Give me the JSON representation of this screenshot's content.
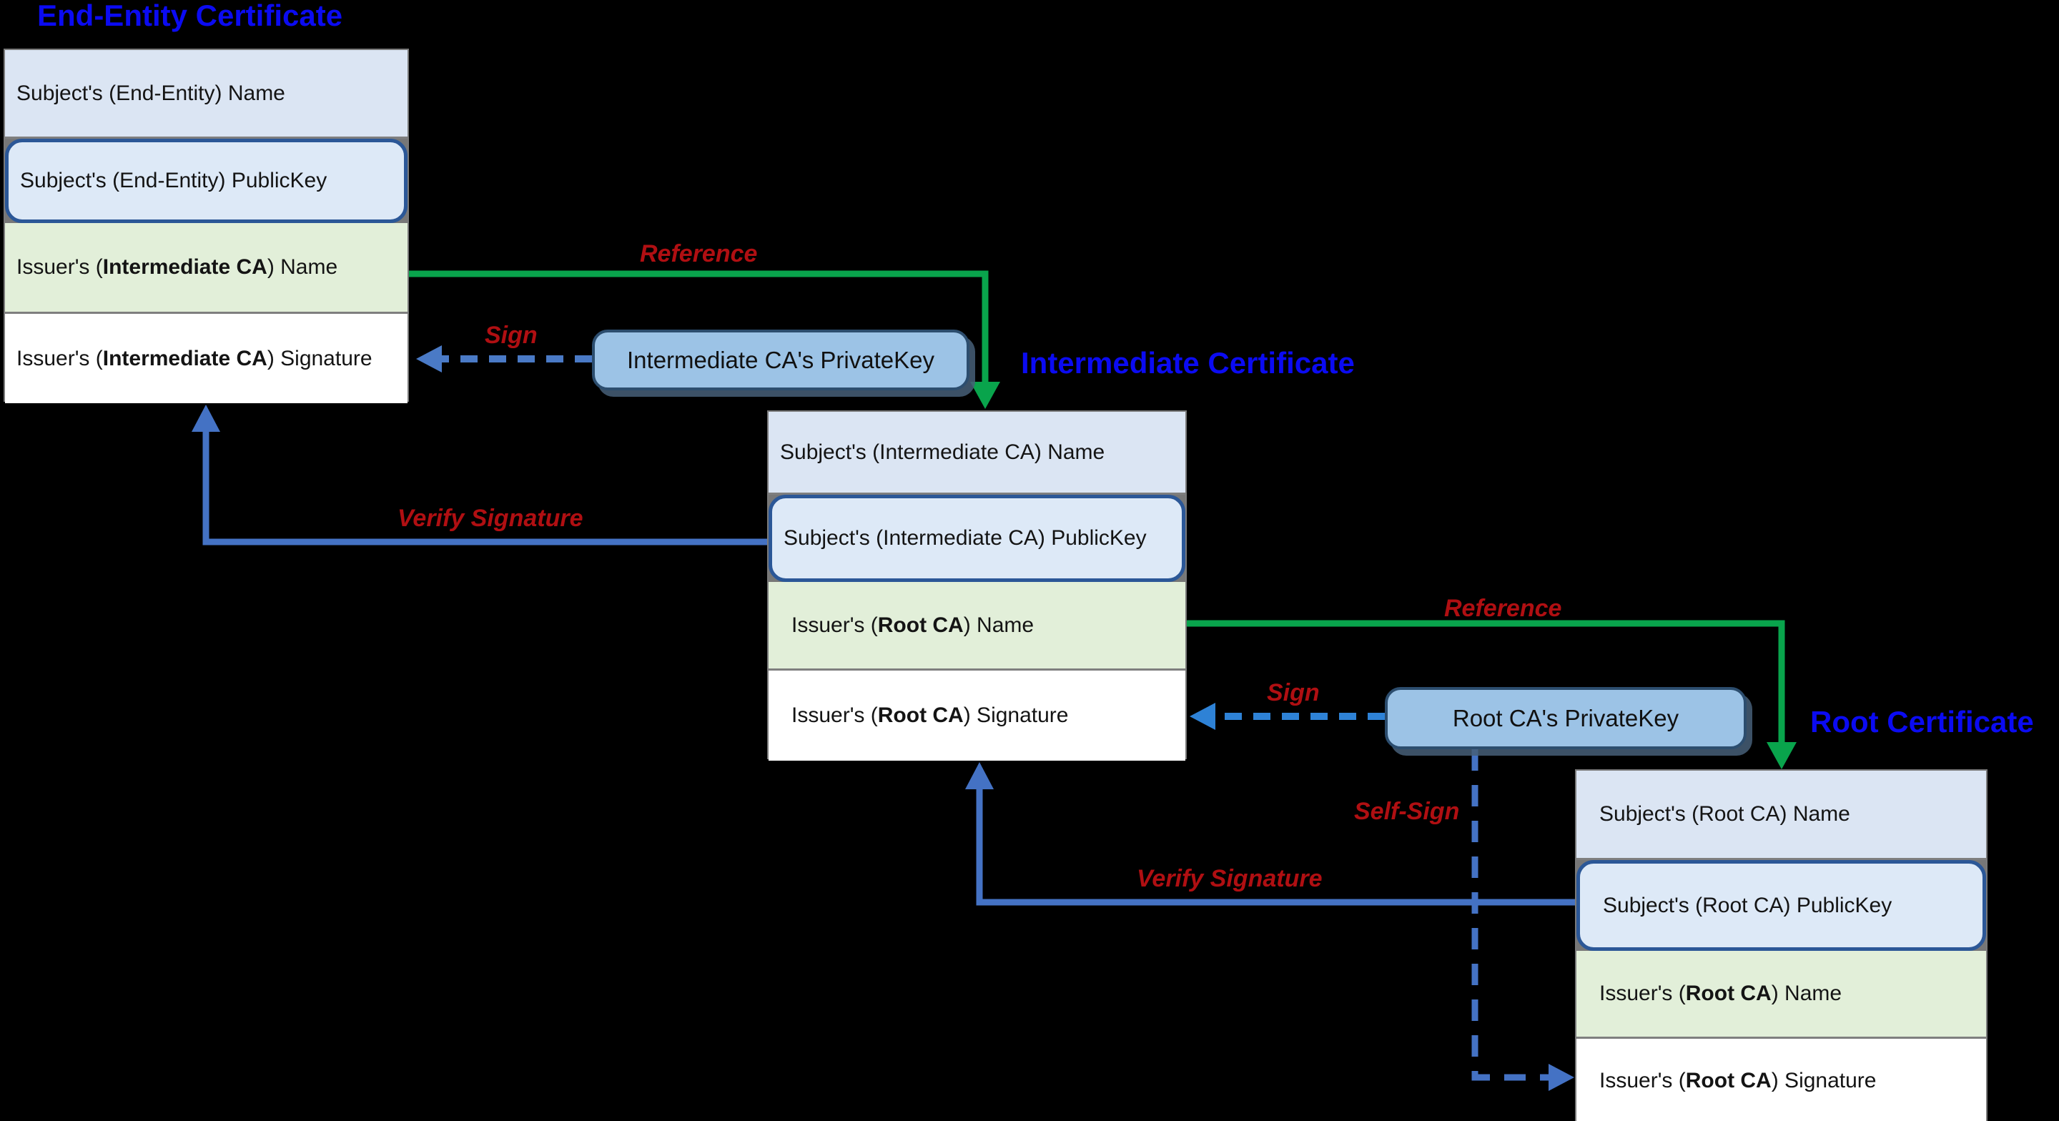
{
  "titles": {
    "end_entity": "End-Entity Certificate",
    "intermediate": "Intermediate Certificate",
    "root": "Root Certificate"
  },
  "tables": {
    "end_entity": {
      "rows": [
        {
          "pre": "Subject's (End-Entity) Name",
          "bold": "",
          "post": ""
        },
        {
          "pre": "Subject's (End-Entity) PublicKey",
          "bold": "",
          "post": ""
        },
        {
          "pre": "Issuer's (",
          "bold": "Intermediate CA",
          "post": ") Name"
        },
        {
          "pre": "Issuer's (",
          "bold": "Intermediate CA",
          "post": ") Signature"
        }
      ]
    },
    "intermediate": {
      "rows": [
        {
          "pre": "Subject's (Intermediate CA) Name",
          "bold": "",
          "post": ""
        },
        {
          "pre": "Subject's (Intermediate CA) PublicKey",
          "bold": "",
          "post": ""
        },
        {
          "pre": "Issuer's (",
          "bold": "Root CA",
          "post": ") Name"
        },
        {
          "pre": "Issuer's (",
          "bold": "Root CA",
          "post": ") Signature"
        }
      ]
    },
    "root": {
      "rows": [
        {
          "pre": "Subject's (Root CA) Name",
          "bold": "",
          "post": ""
        },
        {
          "pre": "Subject's (Root CA) PublicKey",
          "bold": "",
          "post": ""
        },
        {
          "pre": "Issuer's (",
          "bold": "Root CA",
          "post": ") Name"
        },
        {
          "pre": "Issuer's (",
          "bold": "Root CA",
          "post": ") Signature"
        }
      ]
    }
  },
  "keys": {
    "intermediate": "Intermediate CA's PrivateKey",
    "root": "Root CA's PrivateKey"
  },
  "labels": {
    "reference1": "Reference",
    "reference2": "Reference",
    "sign1": "Sign",
    "sign2": "Sign",
    "self_sign": "Self-Sign",
    "verify1": "Verify Signature",
    "verify2": "Verify Signature"
  },
  "colors": {
    "title_blue": "#0b0bf2",
    "label_red": "#b00f12",
    "green": "#09a44c",
    "royal": "#4472c4",
    "sign1": "#4a7ac6",
    "sign2": "#2e82d6",
    "row_blue": "#dbe5f3",
    "row_blue_light": "#dde9f7",
    "row_green": "#e2efd9",
    "row_white": "#ffffff",
    "key_fill": "#9cc3e6",
    "key_border": "#2c4d6e",
    "pk_border": "#2b5797",
    "grid": "#7f7f7f",
    "bg": "#000000"
  }
}
